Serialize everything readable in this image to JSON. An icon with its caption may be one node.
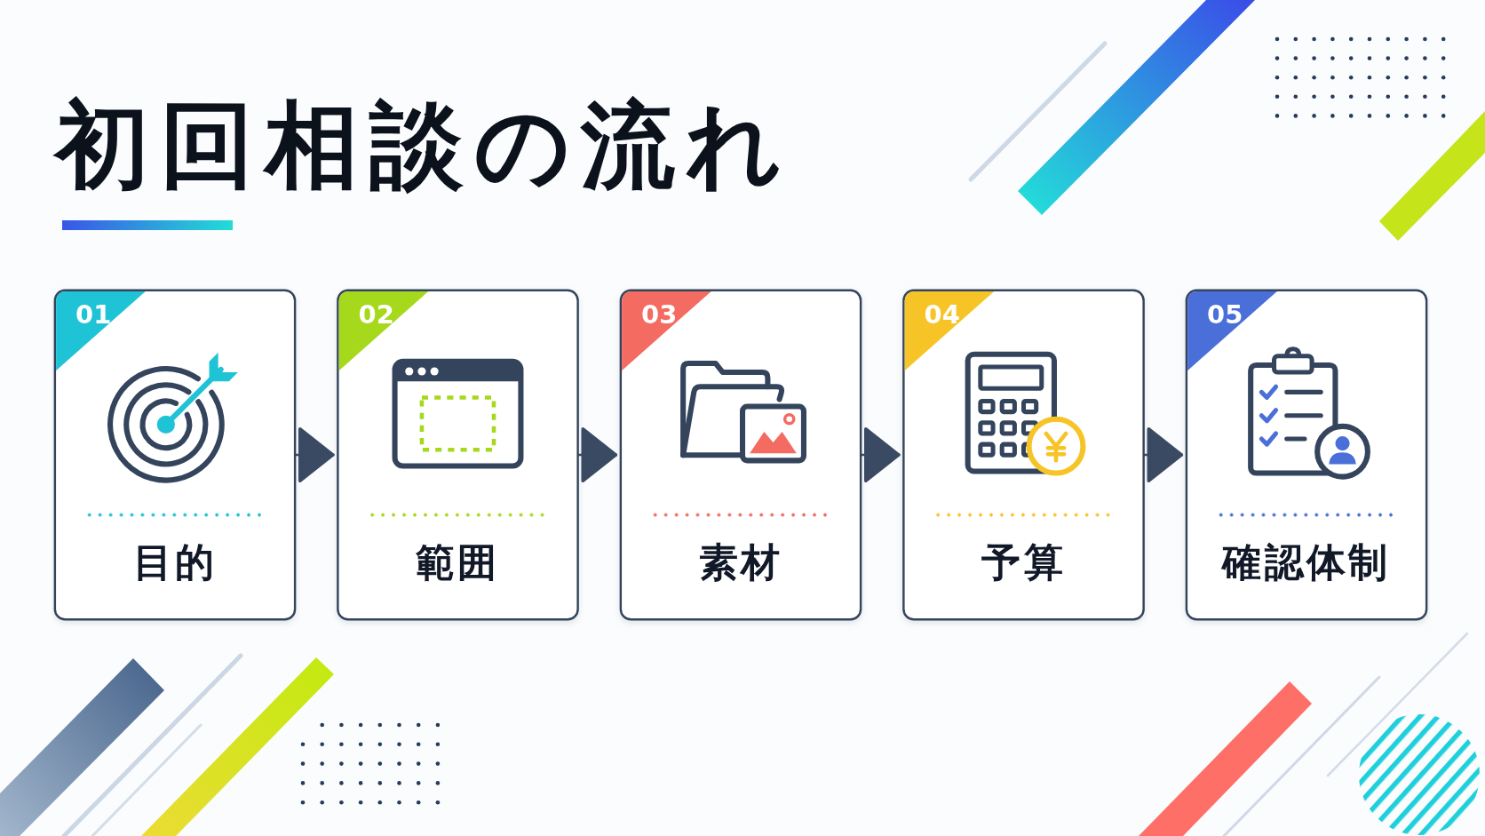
{
  "diagram": {
    "title": "初回相談の流れ",
    "nodes": [
      {
        "text": [
          "01",
          "目的"
        ]
      },
      {
        "text": [
          "02",
          "範囲"
        ]
      },
      {
        "text": [
          "03",
          "素材"
        ]
      },
      {
        "text": [
          "04",
          "予算"
        ]
      },
      {
        "text": [
          "05",
          "確認体制"
        ]
      }
    ],
    "edges": [
      {
        "from": 0,
        "to": 1,
        "arrow": "to"
      },
      {
        "from": 1,
        "to": 2,
        "arrow": "to"
      },
      {
        "from": 2,
        "to": 3,
        "arrow": "to"
      },
      {
        "from": 3,
        "to": 4,
        "arrow": "to"
      }
    ]
  }
}
